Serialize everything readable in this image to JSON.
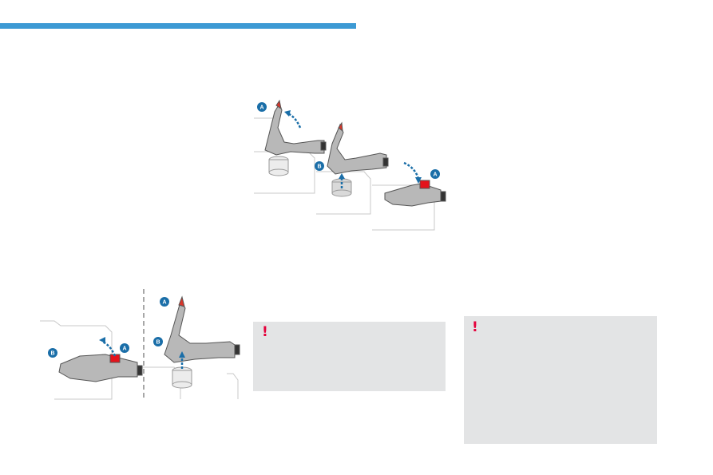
{
  "accent_color": "#3d9ad4",
  "warning_color": "#e4003a",
  "panel_color": "#e3e4e5",
  "figure_top": {
    "labels": {
      "a1": "A",
      "b1": "B",
      "a2": "A"
    }
  },
  "figure_bottom": {
    "labels": {
      "b1": "B",
      "a1": "A",
      "a2": "A",
      "b2": "B"
    }
  },
  "warnings": [
    {
      "icon": "!",
      "icon_name": "exclamation-icon"
    },
    {
      "icon": "!",
      "icon_name": "exclamation-icon"
    }
  ]
}
